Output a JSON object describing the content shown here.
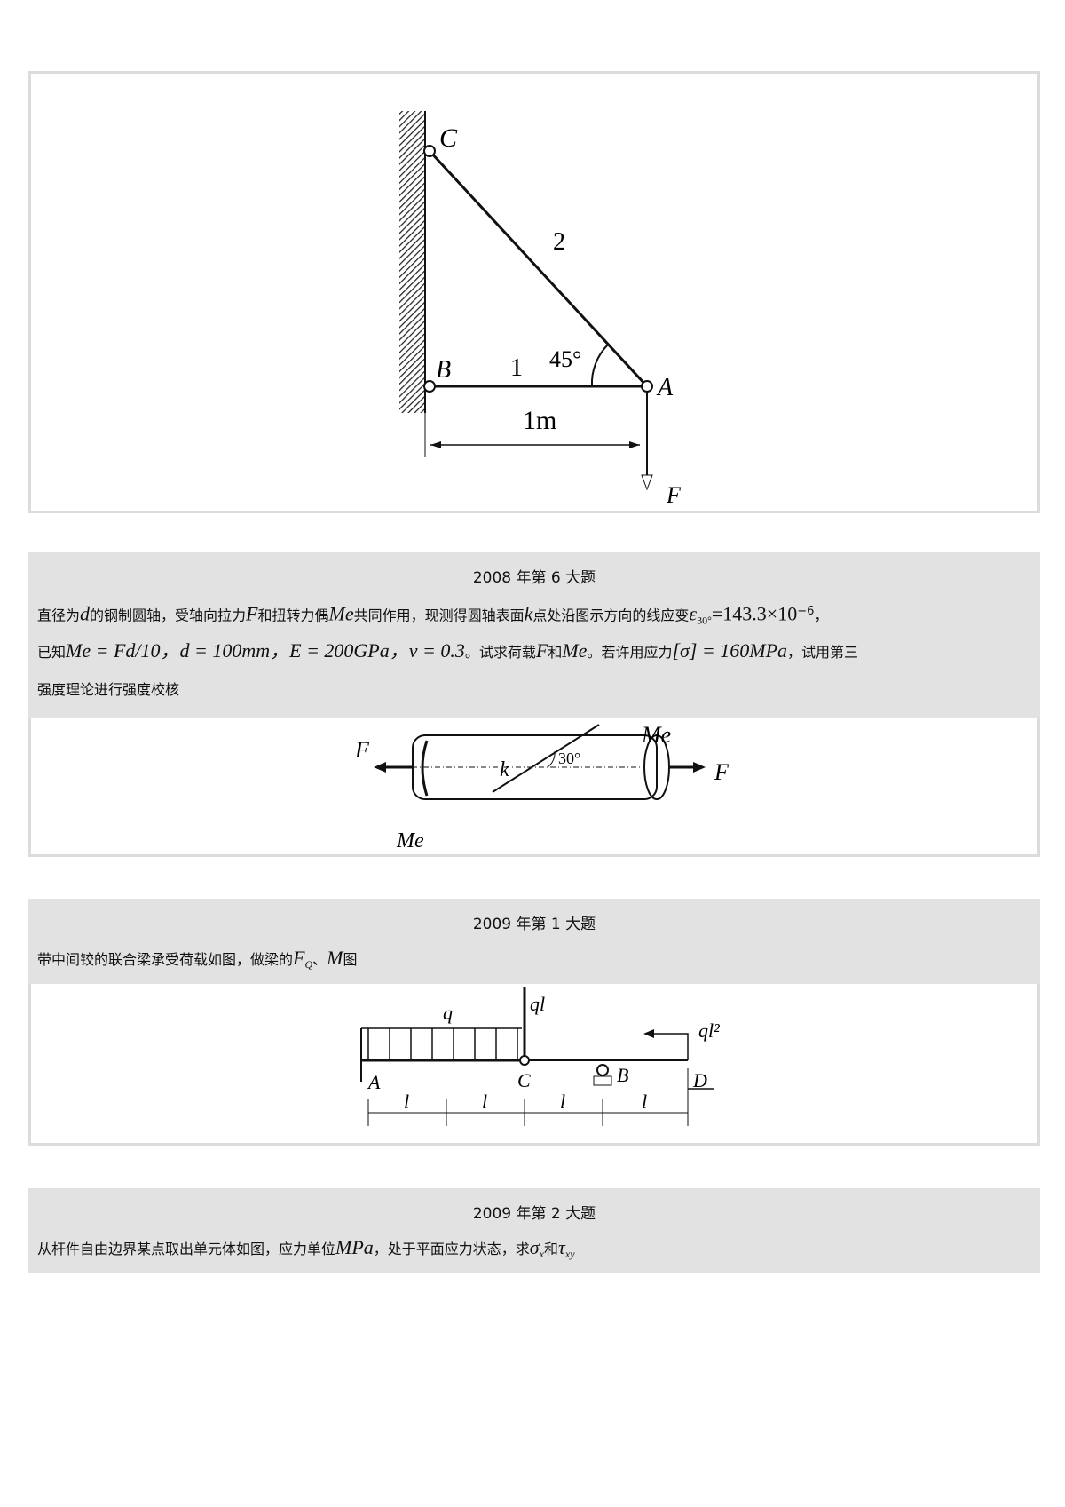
{
  "fig1": {
    "C": "C",
    "B": "B",
    "A": "A",
    "F": "F",
    "bar1": "1",
    "bar2": "2",
    "angle": "45°",
    "length": "1m"
  },
  "q2008_6": {
    "title": "2008 年第 6 大题",
    "l1a": "直径为",
    "d": "d",
    "l1b": "的钢制圆轴，受轴向拉力",
    "F": "F",
    "l1c": "和扭转力偶",
    "Me": "Me",
    "l1d": "共同作用，现测得圆轴表面",
    "k": "k",
    "l1e": "点处沿图示方向的线应变",
    "eps": "ε",
    "eps_sub": "30°",
    "eps_val": "=143.3×10",
    "eps_exp": "−6",
    "comma": "，",
    "l2a": "已知",
    "l2b": "Me = Fd/10，d = 100mm，E = 200GPa，ν = 0.3",
    "l2c": "。试求荷载",
    "l2d": "和",
    "l2e": "。若许用应力",
    "l2f": "[σ] = 160MPa",
    "l2g": "，试用第三",
    "l3": "强度理论进行强度校核",
    "fig": {
      "F_left": "F",
      "F_right": "F",
      "Me_top": "Me",
      "Me_bottom": "Me",
      "k": "k",
      "angle": "30°"
    }
  },
  "q2009_1": {
    "title": "2009 年第 1 大题",
    "la": "带中间铰的联合梁承受荷载如图，做梁的",
    "FQ": "F",
    "FQ_sub": "Q",
    "sep": "、",
    "M": "M",
    "lb": "图",
    "fig": {
      "q": "q",
      "ql": "ql",
      "ql2": "ql²",
      "A": "A",
      "B": "B",
      "C": "C",
      "D": "D",
      "l": "l"
    }
  },
  "q2009_2": {
    "title": "2009 年第 2 大题",
    "la": "从杆件自由边界某点取出单元体如图，应力单位",
    "MPa": "MPa",
    "lb": "，处于平面应力状态，求",
    "sigma": "σ",
    "sigma_sub": "x",
    "and": "和",
    "tau": "τ",
    "tau_sub": "xy"
  }
}
